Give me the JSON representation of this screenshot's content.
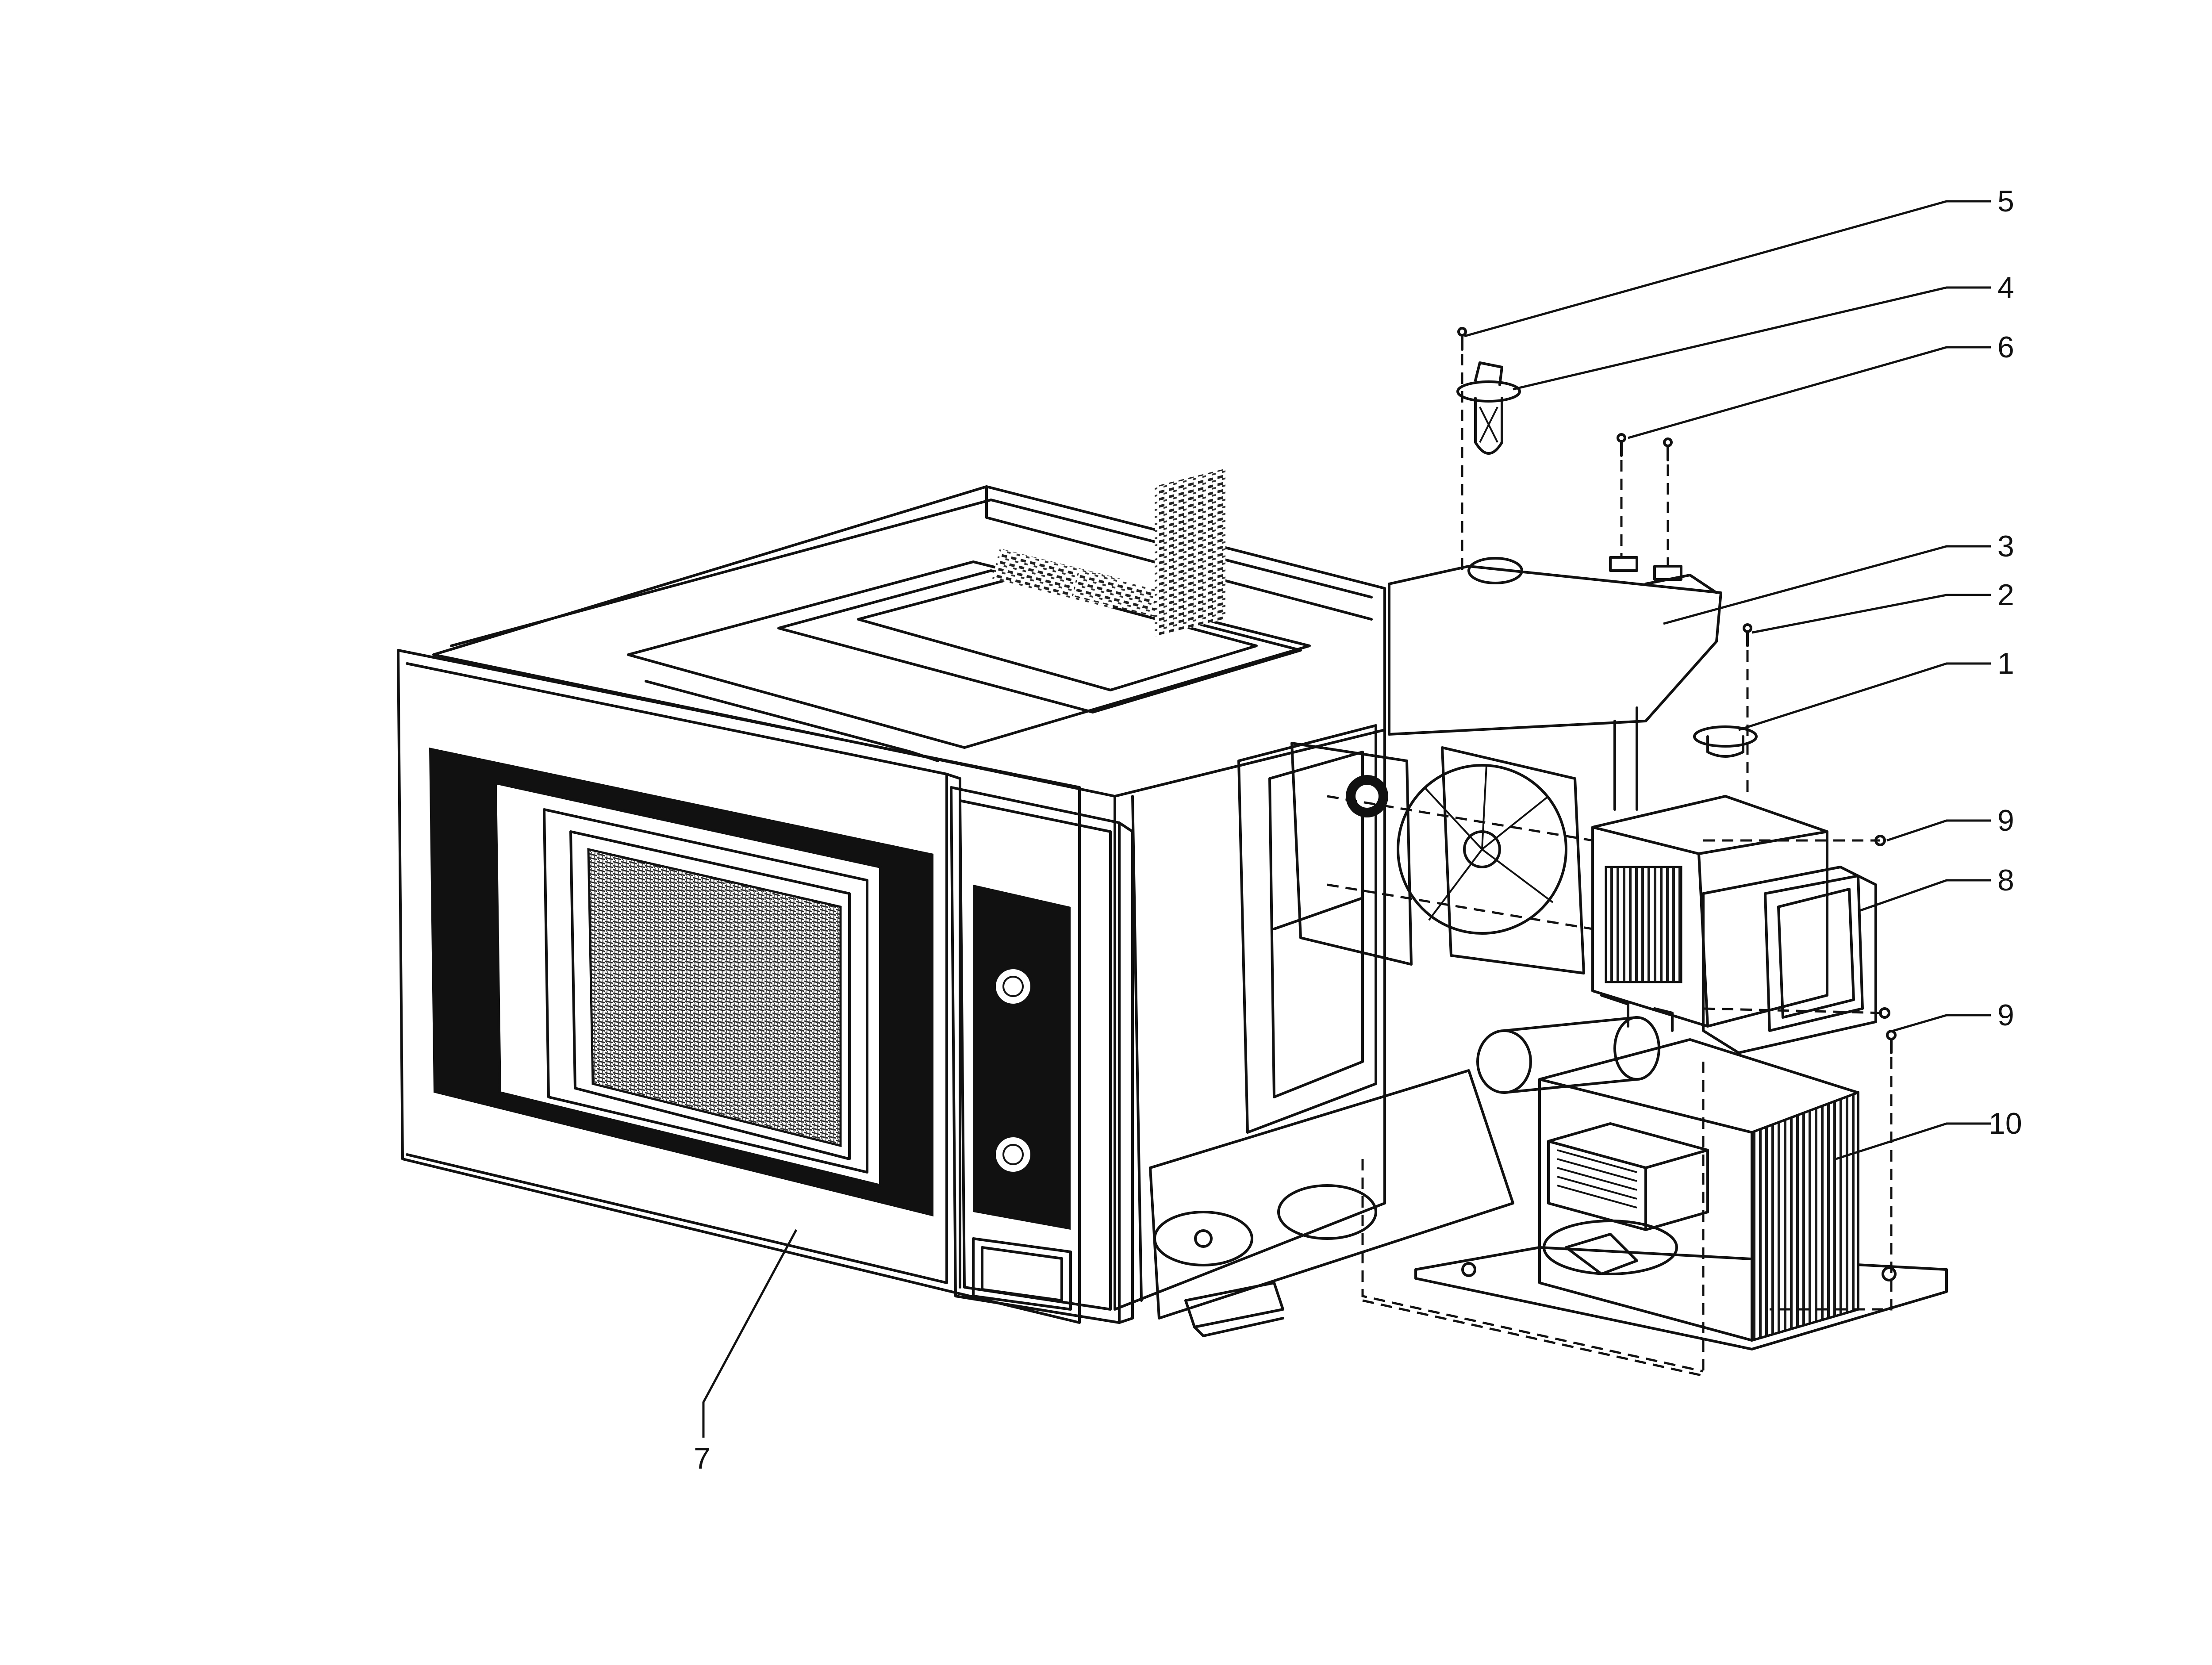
{
  "colors": {
    "line": "#111111",
    "background": "#ffffff"
  },
  "callouts": [
    {
      "number": "5"
    },
    {
      "number": "4"
    },
    {
      "number": "6"
    },
    {
      "number": "3"
    },
    {
      "number": "2"
    },
    {
      "number": "1"
    },
    {
      "number": "9"
    },
    {
      "number": "8"
    },
    {
      "number": "9"
    },
    {
      "number": "10"
    },
    {
      "number": "7"
    }
  ]
}
